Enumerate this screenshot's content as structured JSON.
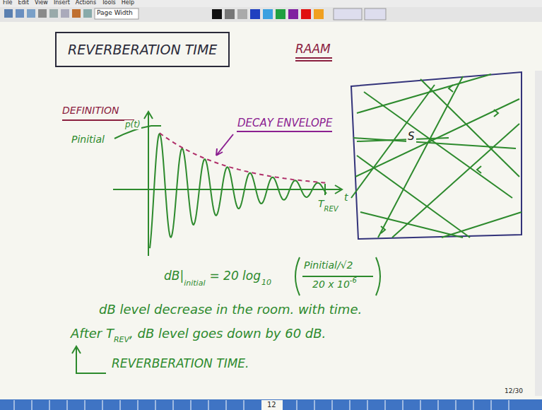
{
  "diagram": {
    "nodes": [
      {
        "text": [
          "REVERBERATION TIME"
        ]
      },
      {
        "text": [
          "S"
        ]
      }
    ],
    "labels": [
      "File",
      "Edit",
      "View",
      "Insert",
      "Actions",
      "Tools",
      "Help",
      "Page Width",
      "RAAM",
      "DEFINITION",
      "p(t)",
      "Pinitial",
      "DECAY ENVELOPE",
      "t",
      "T",
      "REV",
      "dB|",
      "initial",
      "= 20 log",
      "10",
      "Pinitial/√2",
      "20 x 10",
      "-6",
      "dB level decrease in the room. with time.",
      "After T",
      "REV",
      ", dB level goes down by 60 dB.",
      "REVERBERATION TIME.",
      "12/30",
      "12"
    ]
  }
}
